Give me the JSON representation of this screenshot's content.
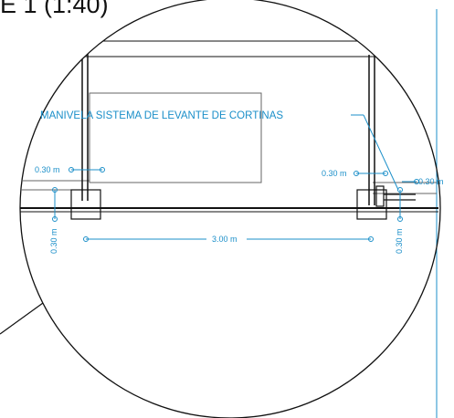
{
  "detail_title": "E 1 (1:40)",
  "annotation": "MANIVELA SISTEMA DE LEVANTE DE CORTINAS",
  "dimensions": {
    "left_horizontal": "0.30 m",
    "left_vertical": "0.30 m",
    "right_horizontal": "0.30 m",
    "right_vertical": "0.30 m",
    "far_right": "0.30 m",
    "span": "3.00 m"
  },
  "colors": {
    "dimension": "#1b8fc9",
    "linework": "#111111",
    "title": "#111111"
  }
}
